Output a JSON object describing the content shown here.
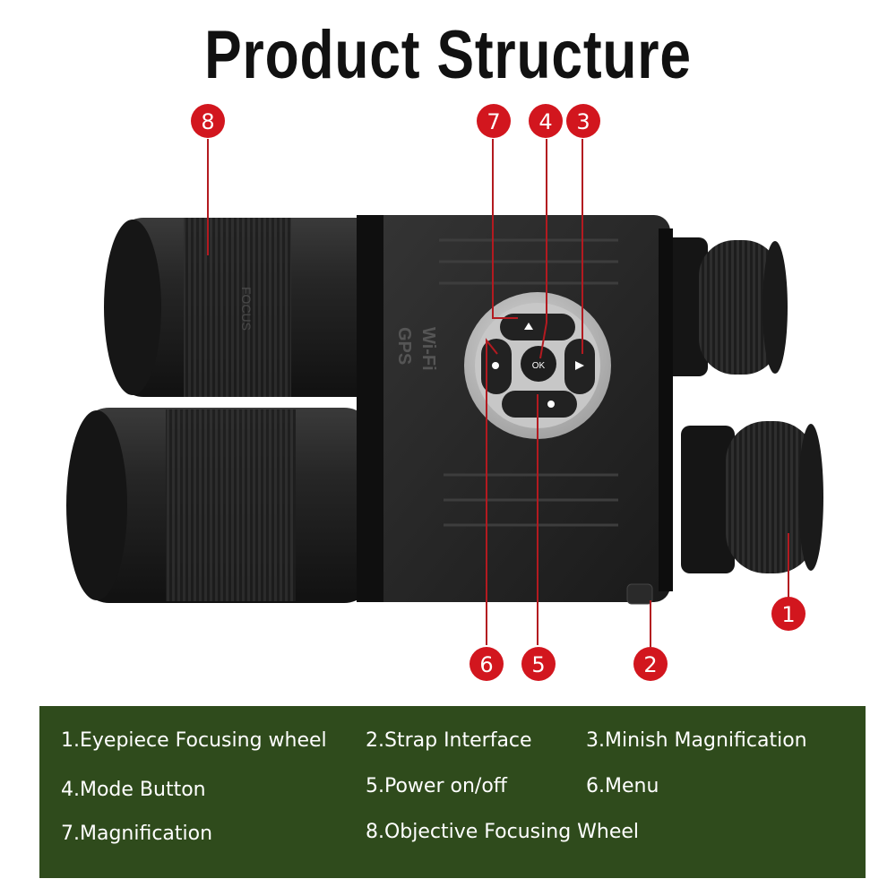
{
  "title": "Product Structure",
  "markers": [
    "1",
    "2",
    "3",
    "4",
    "5",
    "6",
    "7",
    "8"
  ],
  "device_labels": {
    "gps": "GPS",
    "wifi": "Wi-Fi",
    "focus": "FOCUS",
    "ok": "OK"
  },
  "legend": [
    "1.Eyepiece Focusing wheel",
    "2.Strap Interface",
    "3.Minish Magnification",
    "4.Mode Button",
    "5.Power on/off",
    "6.Menu",
    "7.Magnification",
    "8.Objective Focusing Wheel"
  ],
  "colors": {
    "marker": "#d2161e",
    "legend_bg": "#2f4b1c",
    "device": "#1c1c1c"
  }
}
